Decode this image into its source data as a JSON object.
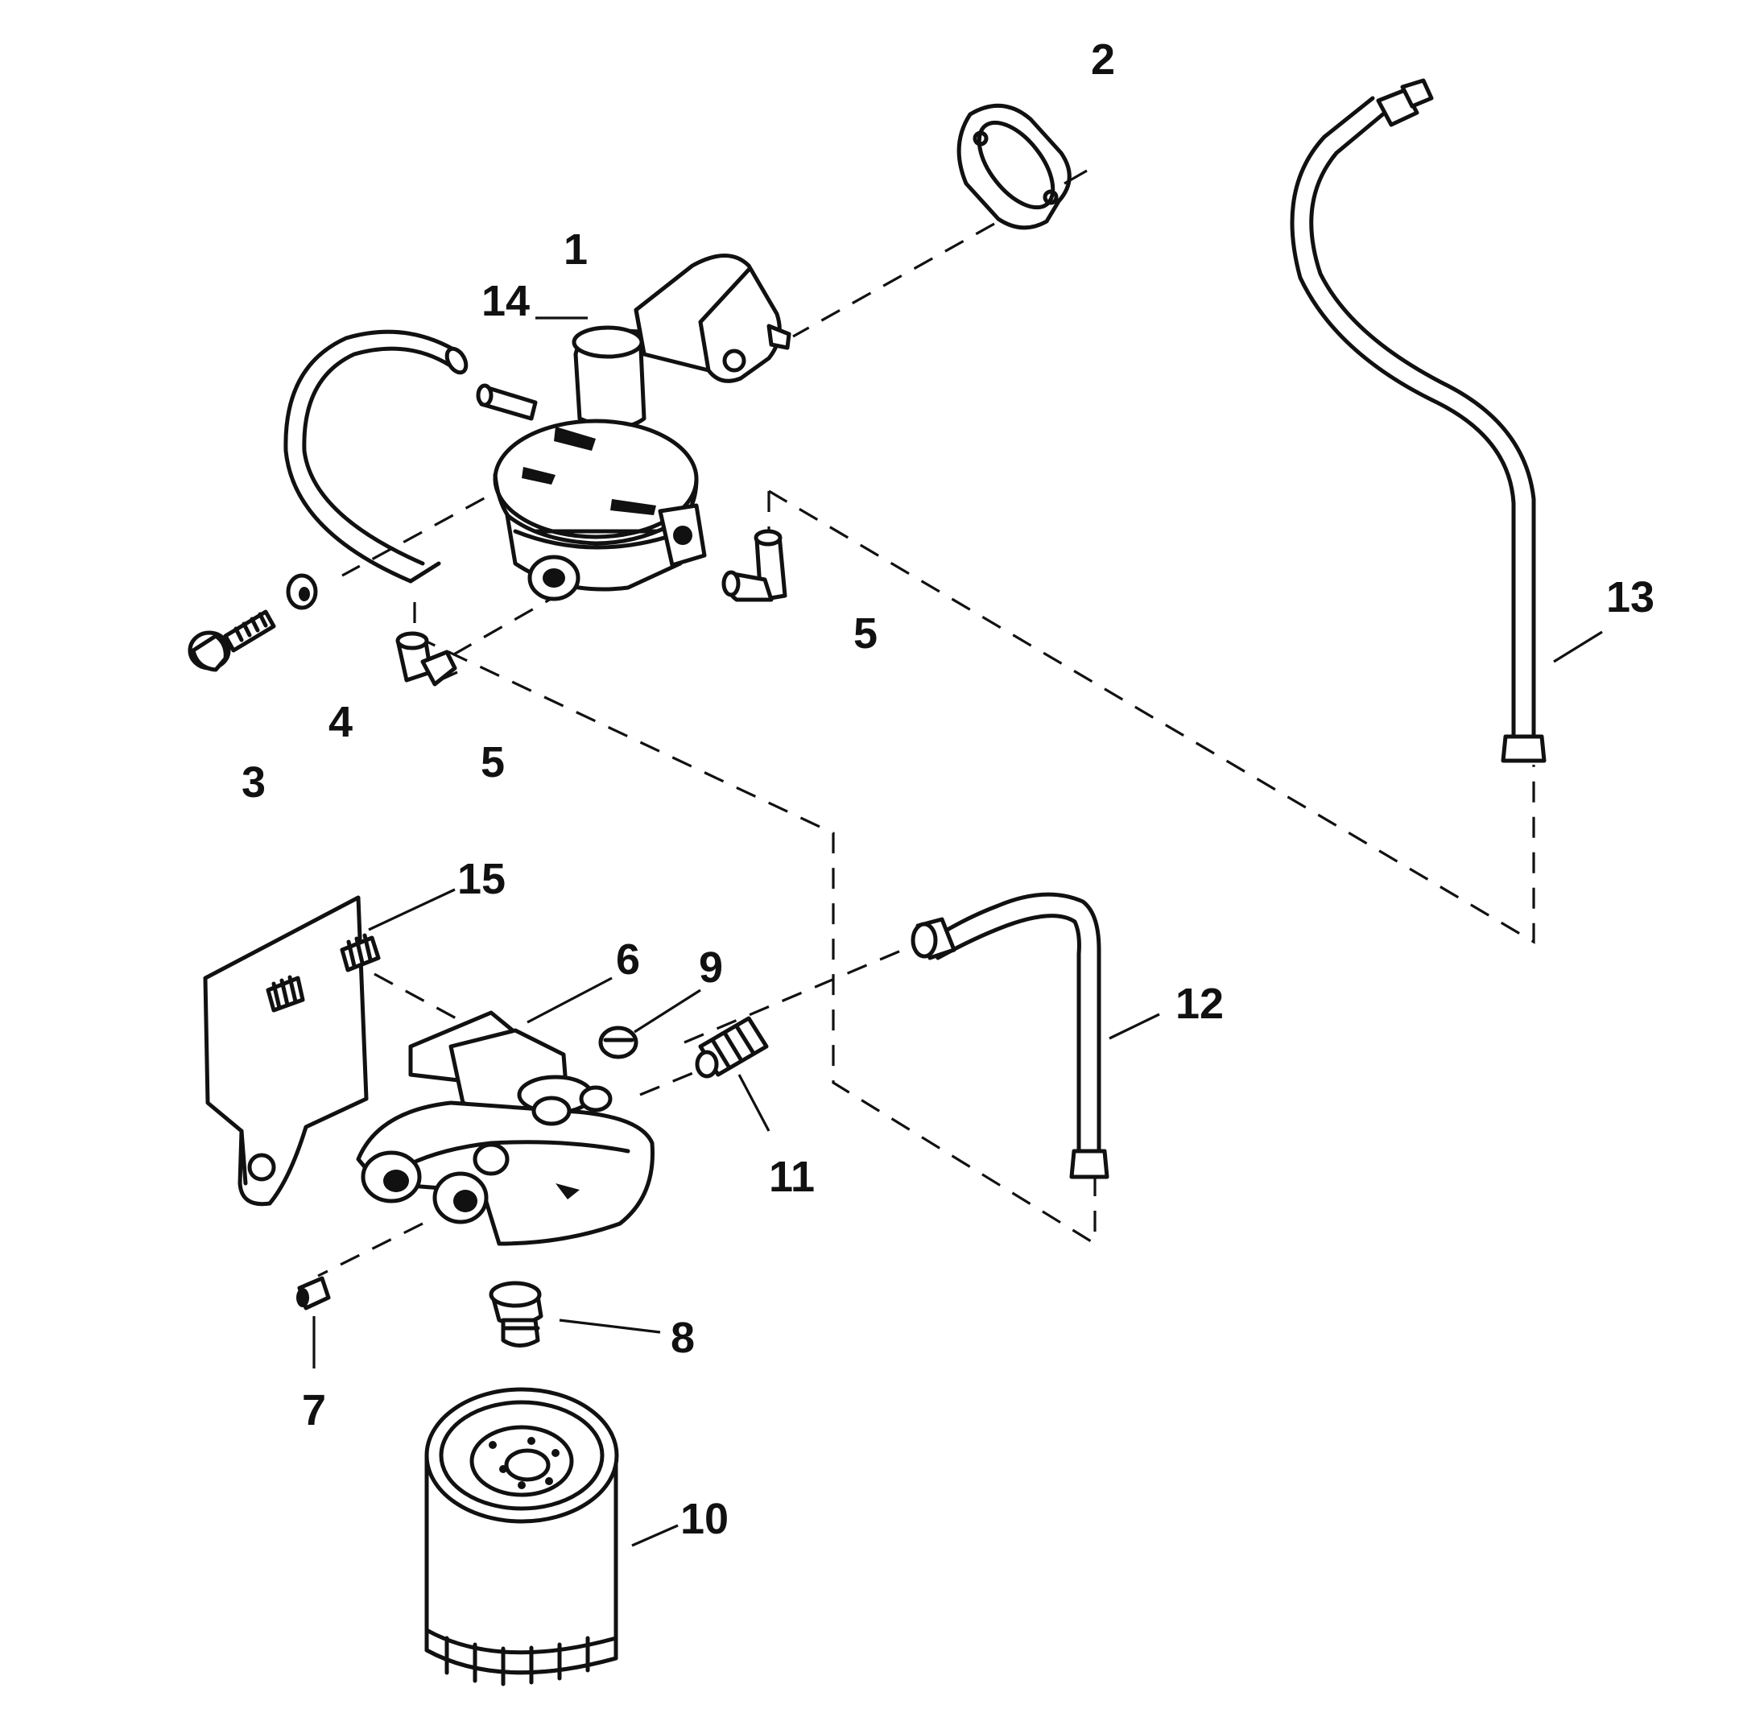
{
  "diagram": {
    "parts": [
      {
        "id": "p1",
        "label": "1"
      },
      {
        "id": "p2",
        "label": "2"
      },
      {
        "id": "p3",
        "label": "3"
      },
      {
        "id": "p4",
        "label": "4"
      },
      {
        "id": "p5a",
        "label": "5"
      },
      {
        "id": "p5b",
        "label": "5"
      },
      {
        "id": "p6",
        "label": "6"
      },
      {
        "id": "p7",
        "label": "7"
      },
      {
        "id": "p8",
        "label": "8"
      },
      {
        "id": "p9",
        "label": "9"
      },
      {
        "id": "p10",
        "label": "10"
      },
      {
        "id": "p11",
        "label": "11"
      },
      {
        "id": "p12",
        "label": "12"
      },
      {
        "id": "p13",
        "label": "13"
      },
      {
        "id": "p14",
        "label": "14"
      },
      {
        "id": "p15",
        "label": "15"
      }
    ]
  }
}
